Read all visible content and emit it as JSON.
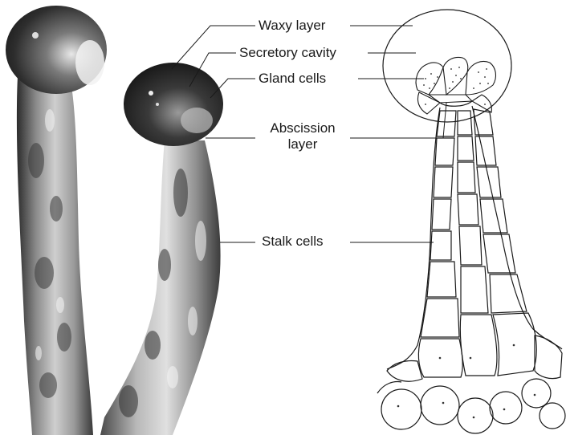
{
  "figure": {
    "labels": {
      "waxy_layer": "Waxy layer",
      "secretory_cavity": "Secretory cavity",
      "gland_cells": "Gland cells",
      "abscission_line1": "Abscission",
      "abscission_line2": "layer",
      "stalk_cells": "Stalk cells"
    },
    "panels": {
      "left": "photograph-two-glandular-trichomes",
      "right": "line-drawing-trichome-cross-section"
    },
    "colors": {
      "ink": "#1a1a1a",
      "photo_dark": "#2a2a2a",
      "photo_light": "#d8d8d8",
      "background": "#ffffff"
    }
  }
}
